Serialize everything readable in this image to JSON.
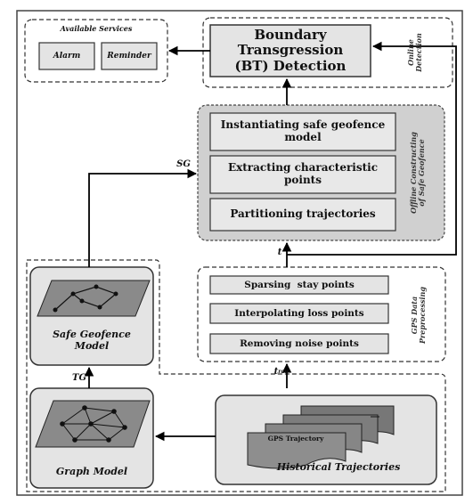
{
  "services": {
    "title": "Available Services",
    "alarm": "Alarm",
    "reminder": "Reminder"
  },
  "bt_detection": {
    "title_line1": "Boundary Transgression",
    "title_line2": "(BT) Detection",
    "side_label_line1": "Online",
    "side_label_line2": "Detection"
  },
  "offline": {
    "step1_line1": "Instantiating safe geofence",
    "step1_line2": "model",
    "step2_line1": "Extracting characteristic",
    "step2_line2": "points",
    "step3": "Partitioning trajectories",
    "side_label_line1": "Offline Constructing",
    "side_label_line2": "of Safe Geofence"
  },
  "gps": {
    "step1": "Sparsing  stay points",
    "step2": "Interpolating loss points",
    "step3": "Removing noise points",
    "side_label_line1": "GPS Data",
    "side_label_line2": "Preprocessing"
  },
  "models": {
    "safe_geofence_line1": "Safe Geofence",
    "safe_geofence_line2": "Model",
    "graph_model": "Graph Model"
  },
  "historical": {
    "gps_trajectory": "GPS Trajectory",
    "title": "Historical Trajectories"
  },
  "arrows": {
    "sg": "SG",
    "t": "t",
    "tg": "TG",
    "t_raw_main": "t",
    "t_raw_sub": "raw"
  }
}
